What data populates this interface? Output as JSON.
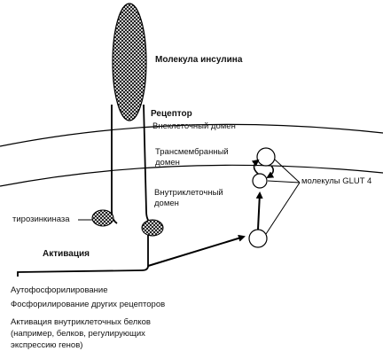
{
  "labels": {
    "insulin_molecule": "Молекула инсулина",
    "receptor": "Рецептор",
    "extracellular_domain": "Внеклеточный домен",
    "transmembrane_domain_1": "Трансмембранный",
    "transmembrane_domain_2": "домен",
    "intracellular_domain_1": "Внутриклеточный",
    "intracellular_domain_2": "домен",
    "glut4": "молекулы GLUT 4",
    "tyrosine_kinase": "тирозинкиназа",
    "activation": "Активация",
    "autophosphorylation": "Аутофосфорилирование",
    "phosphorylation_other": "Фосфорилирование других рецепторов",
    "activation_proteins": "Активация внутриклеточных белков",
    "example_1": "(например, белков, регулирующих",
    "example_2": "экспрессию генов)"
  }
}
